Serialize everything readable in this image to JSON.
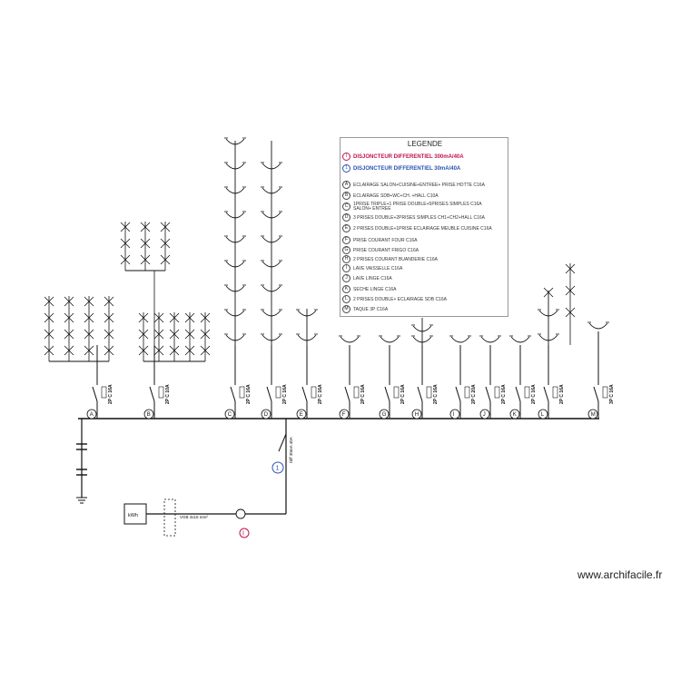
{
  "legend": {
    "title": "LEGENDE",
    "differentials": [
      {
        "mark": "I",
        "text": "DISJONCTEUR DIFFERENTIEL 300mA/40A",
        "color": "#c0144b"
      },
      {
        "mark": "1",
        "text": "DISJONCTEUR DIFFERENTIEL 30mA/40A",
        "color": "#2a53b0"
      }
    ],
    "circuits": [
      {
        "mark": "A",
        "text": "ECLAIRAGE SALON+CUISINE+ENTREE+ PRISE HOTTE   C16A"
      },
      {
        "mark": "B",
        "text": "ECLAIRAGE SDB+WC+CH. +HALL   C10A"
      },
      {
        "mark": "C",
        "text": "1PRISE TRIPLE+1 PRISE DOUBLE+5PRISES SIMPLES C16A SALON+ ENTREE"
      },
      {
        "mark": "D",
        "text": "3 PRISES DOUBLE+2PRISES SIMPLES CH1+CH2+HALL    C16A"
      },
      {
        "mark": "E",
        "text": "2 PRISES DOUBLE+1PRISE ECLAIRAGE MEUBLE CUISINE    C16A"
      },
      {
        "mark": "F",
        "text": "PRISE COURANT FOUR    C16A"
      },
      {
        "mark": "G",
        "text": "PRISE COURANT FRIGO    C16A"
      },
      {
        "mark": "H",
        "text": "2 PRISES COURANT BUANDERIE    C16A"
      },
      {
        "mark": "I",
        "text": "LAVE VAISSELLE    C16A"
      },
      {
        "mark": "J",
        "text": "LAVE LINGE    C16A"
      },
      {
        "mark": "K",
        "text": "SECHE LINGE    C16A"
      },
      {
        "mark": "L",
        "text": "2 PRISES DOUBLE+ ECLAIRAGE SDB    C16A"
      },
      {
        "mark": "M",
        "text": "TAQUE    3P C16A"
      }
    ]
  },
  "circuits": [
    {
      "mark": "A",
      "rating": "2P C 16A"
    },
    {
      "mark": "B",
      "rating": "2P C 10A"
    },
    {
      "mark": "C",
      "rating": "2P C 16A"
    },
    {
      "mark": "D",
      "rating": "2P C 16A"
    },
    {
      "mark": "E",
      "rating": "2P C 16A"
    },
    {
      "mark": "F",
      "rating": "2P C 16A"
    },
    {
      "mark": "G",
      "rating": "2P C 16A"
    },
    {
      "mark": "H",
      "rating": "2P C 16A"
    },
    {
      "mark": "I",
      "rating": "2P C 20A"
    },
    {
      "mark": "J",
      "rating": "2P C 16A"
    },
    {
      "mark": "K",
      "rating": "2P C 16A"
    },
    {
      "mark": "L",
      "rating": "2P C 16A"
    },
    {
      "mark": "M",
      "rating": "3P C 16A"
    }
  ],
  "main_breaker": {
    "mark": "1",
    "label": "Diff 30mA 40A"
  },
  "supply": {
    "meter_label": "kWh",
    "cable_label": "VGB 4x16 mm²",
    "main_mark": "I"
  },
  "colors": {
    "line": "#111111",
    "red": "#c0144b",
    "blue": "#2a53b0",
    "grey": "#888888"
  },
  "watermark": "www.archifacile.fr"
}
